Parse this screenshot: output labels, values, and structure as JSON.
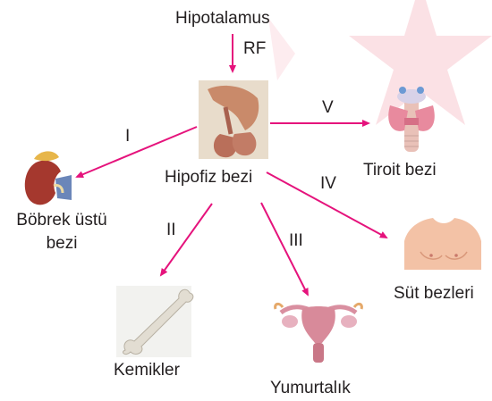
{
  "source": {
    "label": "Hipotalamus"
  },
  "center": {
    "label": "Hipofiz bezi"
  },
  "main_arrow": {
    "label": "RF"
  },
  "branches": [
    {
      "numeral": "I",
      "target": "Böbrek üstü bezi",
      "target_line1": "Böbrek üstü",
      "target_line2": "bezi",
      "icon": "kidney-adrenal-icon"
    },
    {
      "numeral": "II",
      "target": "Kemikler",
      "icon": "bone-icon"
    },
    {
      "numeral": "III",
      "target": "Yumurtalık",
      "icon": "ovary-uterus-icon"
    },
    {
      "numeral": "IV",
      "target": "Süt bezleri",
      "icon": "chest-icon"
    },
    {
      "numeral": "V",
      "target": "Tiroit bezi",
      "icon": "thyroid-icon"
    }
  ],
  "colors": {
    "arrow": "#e5137c",
    "text": "#231f20"
  }
}
